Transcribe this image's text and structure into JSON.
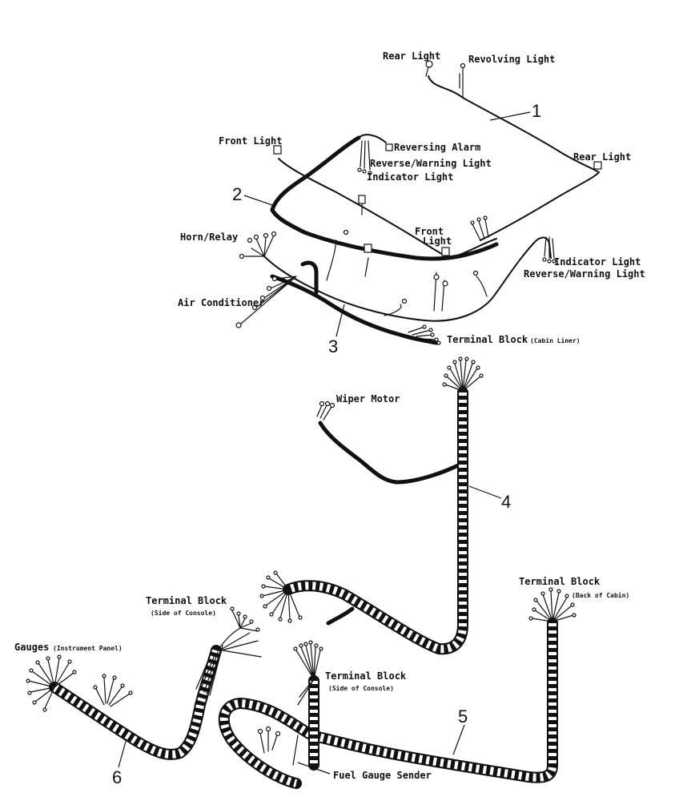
{
  "labels": {
    "rear_light_top": "Rear Light",
    "revolving_light": "Revolving Light",
    "rear_light_right": "Rear Light",
    "front_light_left": "Front Light",
    "reversing_alarm": "Reversing Alarm",
    "reverse_warning_light_top": "Reverse/Warning Light",
    "indicator_light_top": "Indicator Light",
    "front_light_center_1": "Front",
    "front_light_center_2": "Light",
    "horn_relay": "Horn/Relay",
    "indicator_light_right": "Indicator Light",
    "reverse_warning_light_right": "Reverse/Warning Light",
    "air_conditioner": "Air Conditioner",
    "terminal_block_cabin_liner": "Terminal Block",
    "cabin_liner_note": "(Cabin Liner)",
    "wiper_motor": "Wiper Motor",
    "terminal_block_back": "Terminal Block",
    "back_of_cabin_note": "(Back of Cabin)",
    "terminal_block_side_left": "Terminal Block",
    "side_of_console_left_note": "(Side of Console)",
    "gauges": "Gauges",
    "instrument_panel_note": "(Instrument Panel)",
    "terminal_block_side_mid": "Terminal Block",
    "side_of_console_mid_note": "(Side of Console)",
    "fuel_gauge_sender": "Fuel Gauge Sender"
  },
  "callouts": [
    "1",
    "2",
    "3",
    "4",
    "5",
    "6"
  ]
}
